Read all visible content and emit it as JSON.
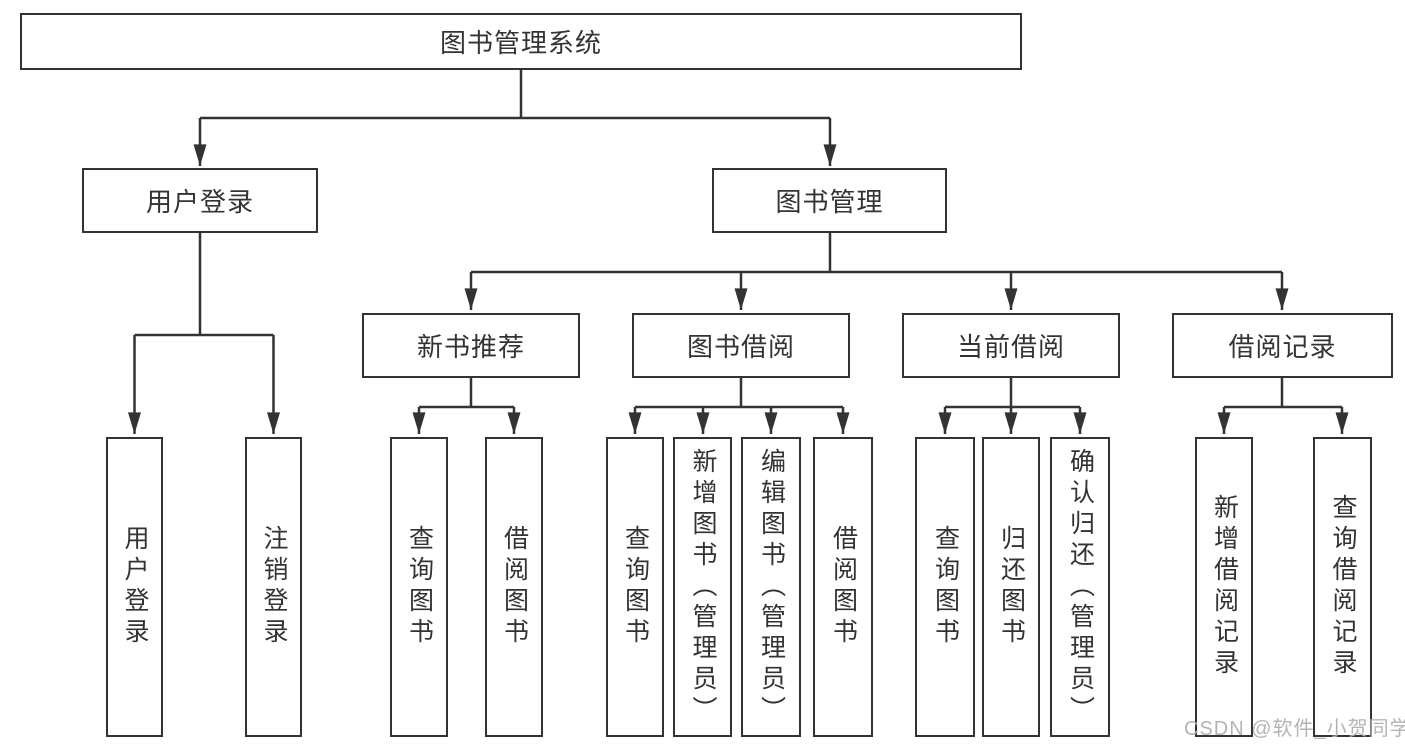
{
  "diagram_title": "图书管理系统",
  "tree": {
    "root": {
      "label": "图书管理系统",
      "children": [
        {
          "label": "用户登录",
          "children": [
            {
              "label": "用户登录"
            },
            {
              "label": "注销登录"
            }
          ]
        },
        {
          "label": "图书管理",
          "children": [
            {
              "label": "新书推荐",
              "children": [
                {
                  "label": "查询图书"
                },
                {
                  "label": "借阅图书"
                }
              ]
            },
            {
              "label": "图书借阅",
              "children": [
                {
                  "label": "查询图书"
                },
                {
                  "label": "新增图书（管理员）"
                },
                {
                  "label": "编辑图书（管理员）"
                },
                {
                  "label": "借阅图书"
                }
              ]
            },
            {
              "label": "当前借阅",
              "children": [
                {
                  "label": "查询图书"
                },
                {
                  "label": "归还图书"
                },
                {
                  "label": "确认归还（管理员）"
                }
              ]
            },
            {
              "label": "借阅记录",
              "children": [
                {
                  "label": "新增借阅记录"
                },
                {
                  "label": "查询借阅记录"
                }
              ]
            }
          ]
        }
      ]
    }
  },
  "watermark": {
    "text": "CSDN @软件_小贺同学"
  },
  "colors": {
    "line": "#333333",
    "box_border": "#333333",
    "box_fill": "#ffffff",
    "text": "#333333",
    "watermark": "#b0b0b0",
    "background": "#ffffff"
  }
}
